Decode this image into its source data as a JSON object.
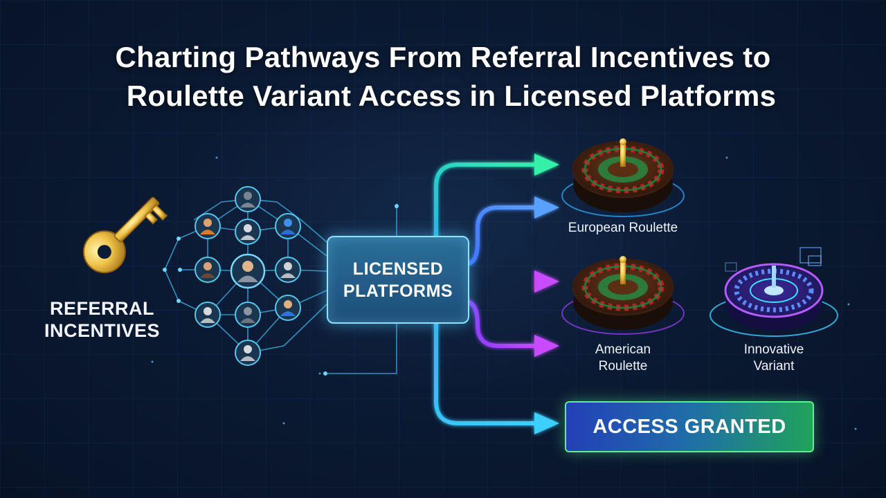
{
  "title": {
    "line1": "Charting Pathways From Referral Incentives to",
    "line2": "Roulette Variant Access in Licensed Platforms"
  },
  "nodes": {
    "referral": "REFERRAL INCENTIVES",
    "platforms": "LICENSED PLATFORMS",
    "european": "European Roulette",
    "american": "American Roulette",
    "innovative": "Innovative Variant",
    "access": "ACCESS GRANTED"
  },
  "icons": {
    "referral": "key-icon",
    "network": "person-icon",
    "european": "roulette-wheel-icon",
    "american": "roulette-wheel-icon",
    "innovative": "holographic-roulette-icon"
  },
  "colors": {
    "background": "#0b1a33",
    "path_teal": "#2de3b0",
    "path_blue": "#4a7dff",
    "path_purple": "#b43cff",
    "path_cyan": "#3bc6f0",
    "access_green": "#22b35e",
    "key_gold": "#f2c94c"
  }
}
